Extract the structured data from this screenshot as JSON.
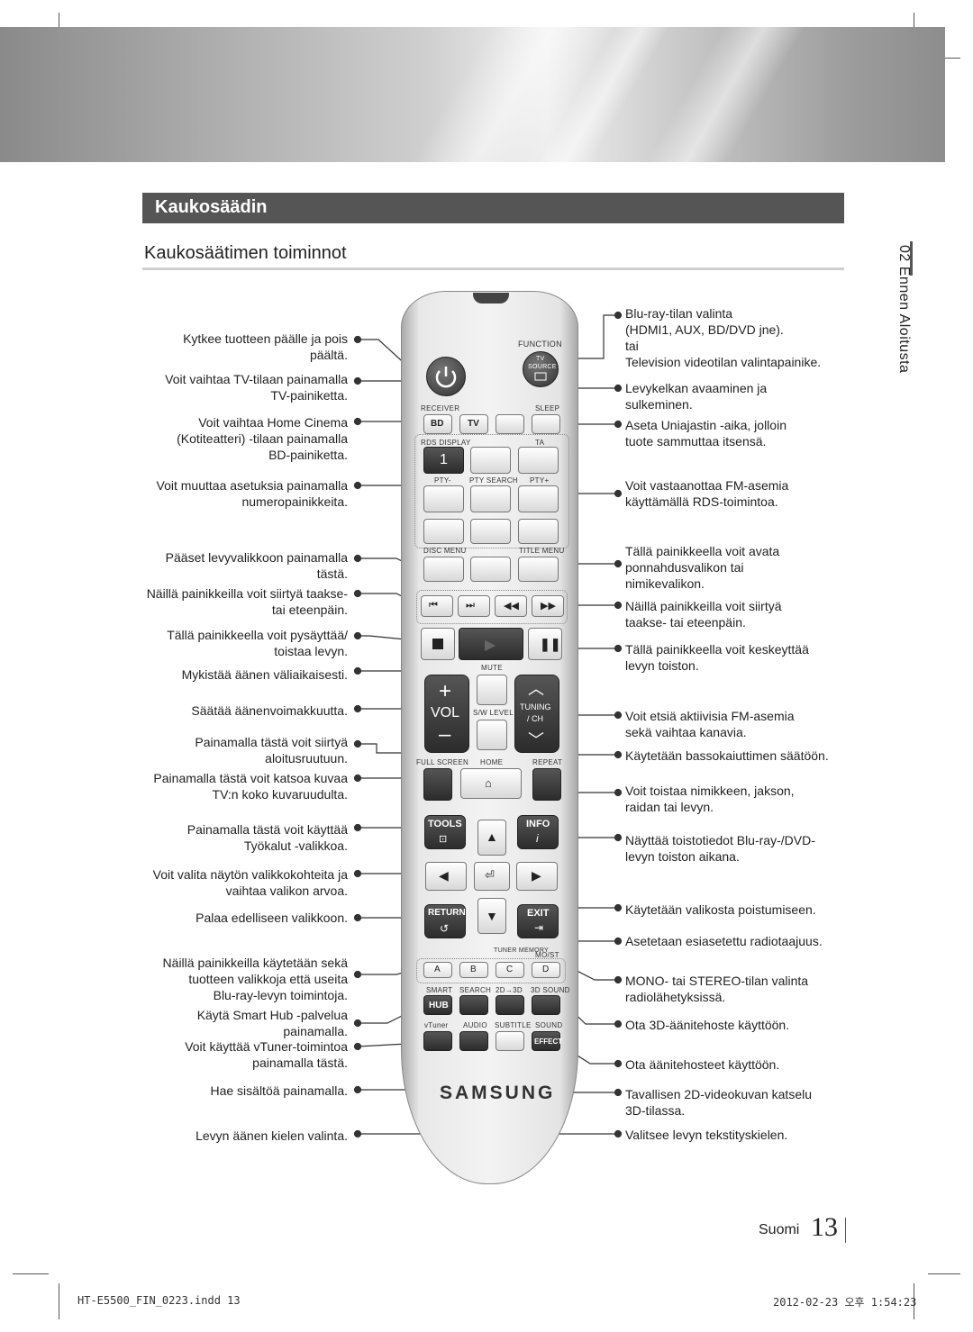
{
  "section_title": "Kaukosäädin",
  "sub_title": "Kaukosäätimen toiminnot",
  "side_chapter": "02  Ennen Aloitusta",
  "left_labels": [
    [
      "Kytkee tuotteen päälle ja pois",
      "päältä."
    ],
    [
      "Voit vaihtaa TV-tilaan painamalla",
      "TV-painiketta."
    ],
    [
      "Voit vaihtaa Home Cinema",
      "(Kotiteatteri) -tilaan painamalla",
      "BD-painiketta."
    ],
    [
      "Voit muuttaa asetuksia painamalla",
      "numeropainikkeita."
    ],
    [
      "Pääset levyvalikkoon painamalla",
      "tästä."
    ],
    [
      "Näillä painikkeilla voit siirtyä taakse-",
      "tai eteenpäin."
    ],
    [
      "Tällä painikkeella voit pysäyttää/",
      "toistaa levyn."
    ],
    [
      "Mykistää äänen väliaikaisesti."
    ],
    [
      "Säätää äänenvoimakkuutta."
    ],
    [
      "Painamalla tästä voit siirtyä",
      "aloitusruutuun."
    ],
    [
      "Painamalla tästä voit katsoa kuvaa",
      "TV:n koko kuvaruudulta."
    ],
    [
      "Painamalla tästä voit käyttää",
      "Työkalut -valikkoa."
    ],
    [
      "Voit valita näytön valikkokohteita ja",
      "vaihtaa valikon arvoa."
    ],
    [
      "Palaa edelliseen valikkoon."
    ],
    [
      "Näillä painikkeilla käytetään sekä",
      "tuotteen valikkoja että useita",
      "Blu-ray-levyn toimintoja."
    ],
    [
      "Käytä Smart Hub -palvelua",
      "painamalla."
    ],
    [
      "Voit käyttää vTuner-toimintoa",
      "painamalla tästä."
    ],
    [
      "Hae sisältöä painamalla."
    ],
    [
      "Levyn äänen kielen valinta."
    ]
  ],
  "right_labels": [
    [
      "Blu-ray-tilan valinta",
      "(HDMI1, AUX, BD/DVD jne).",
      "tai",
      "Television videotilan valintapainike."
    ],
    [
      "Levykelkan avaaminen ja",
      "sulkeminen."
    ],
    [
      "Aseta Uniajastin -aika, jolloin",
      "tuote sammuttaa itsensä."
    ],
    [
      "Voit vastaanottaa FM-asemia",
      "käyttämällä RDS-toimintoa."
    ],
    [
      "Tällä painikkeella voit avata",
      "ponnahdusvalikon tai",
      "nimikevalikon."
    ],
    [
      "Näillä painikkeilla voit siirtyä",
      "taakse- tai eteenpäin."
    ],
    [
      "Tällä painikkeella voit keskeyttää",
      "levyn toiston."
    ],
    [
      "Voit etsiä aktiivisia FM-asemia",
      "sekä vaihtaa kanavia."
    ],
    [
      "Käytetään bassokaiuttimen säätöön."
    ],
    [
      "Voit toistaa nimikkeen, jakson,",
      "raidan tai levyn."
    ],
    [
      "Näyttää toistotiedot Blu-ray-/DVD-",
      "levyn toiston aikana."
    ],
    [
      "Käytetään valikosta poistumiseen."
    ],
    [
      "Asetetaan esiasetettu radiotaajuus."
    ],
    [
      "MONO- tai STEREO-tilan valinta",
      "radiolähetyksissä."
    ],
    [
      "Ota 3D-äänitehoste käyttöön."
    ],
    [
      "Ota äänitehosteet käyttöön."
    ],
    [
      "Tavallisen 2D-videokuvan katselu",
      "3D-tilassa."
    ],
    [
      "Valitsee levyn tekstityskielen."
    ]
  ],
  "remote": {
    "function": "FUNCTION",
    "tv_source": [
      "TV",
      "SOURCE"
    ],
    "receiver": "RECEIVER",
    "sleep": "SLEEP",
    "bd": "BD",
    "tv": "TV",
    "rds_display": "RDS DISPLAY",
    "ta": "TA",
    "num1": "1",
    "pty_minus": "PTY-",
    "pty_search": "PTY SEARCH",
    "pty_plus": "PTY+",
    "disc_menu": "DISC MENU",
    "title_menu": "TITLE MENU",
    "mute": "MUTE",
    "vol": "VOL",
    "sw_level": "S/W LEVEL",
    "tuning": "TUNING",
    "ch": "/ CH",
    "full_screen": "FULL SCREEN",
    "home": "HOME",
    "repeat": "REPEAT",
    "tools": "TOOLS",
    "info": "INFO",
    "return": "RETURN",
    "exit": "EXIT",
    "tuner_memory": "TUNER MEMORY",
    "mo_st": "MO/ST",
    "abcd": [
      "A",
      "B",
      "C",
      "D"
    ],
    "smart": "SMART",
    "search": "SEARCH",
    "two_d_3d": "2D→3D",
    "three_d_sound": "3D SOUND",
    "hub": "HUB",
    "vtuner": "vTuner",
    "audio": "AUDIO",
    "subtitle": "SUBTITLE",
    "sound": "SOUND",
    "effect": "EFFECT",
    "brand": "SAMSUNG"
  },
  "page_footer": {
    "language": "Suomi",
    "page_number": "13",
    "file": "HT-E5500_FIN_0223.indd   13",
    "timestamp": "2012-02-23   오후 1:54:23"
  }
}
